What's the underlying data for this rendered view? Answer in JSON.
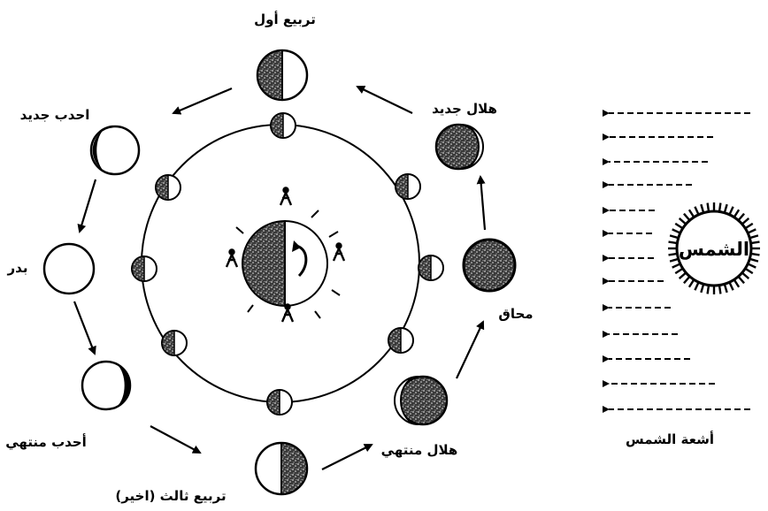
{
  "labels": {
    "first_quarter": "تربيع أول",
    "waxing_crescent": "هلال جديد",
    "waxing_gibbous": "احدب جديد",
    "full_moon": "بدر",
    "new_moon": "محاق",
    "waning_gibbous": "أحدب منتهي",
    "third_quarter": "تربيع ثالث (اخير)",
    "waning_crescent": "هلال منتهي",
    "sun": "الشمس",
    "sun_rays": "أشعة الشمس"
  },
  "colors": {
    "ink": "#000000",
    "paper": "#ffffff",
    "dark_fill": "#555555"
  }
}
